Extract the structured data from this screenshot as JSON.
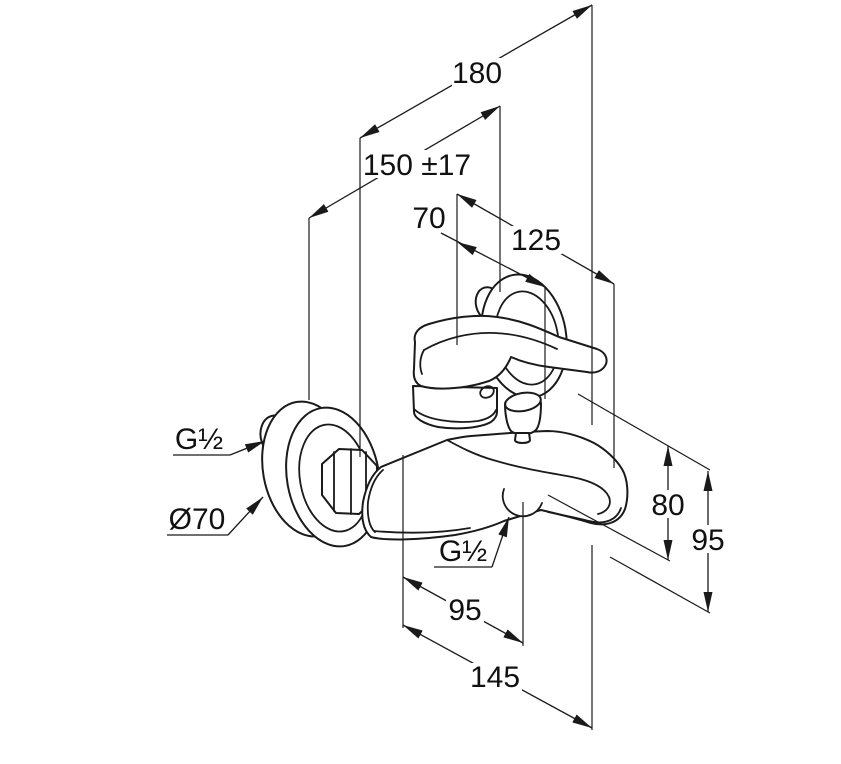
{
  "diagram": {
    "type": "technical-dimension-drawing",
    "subject": "wall-mounted single-lever bath mixer tap, isometric view",
    "labels": {
      "overall_width": "180",
      "connection_distance": "150 ±17",
      "dim_70": "70",
      "dim_125": "125",
      "thread_left": "G½",
      "escutcheon_diameter": "Ø70",
      "thread_bottom": "G½",
      "dim_95_bottom": "95",
      "dim_145": "145",
      "dim_80": "80",
      "dim_95_right": "95"
    },
    "colors": {
      "line": "#1a1a1a",
      "background": "#ffffff",
      "text": "#111111"
    }
  }
}
